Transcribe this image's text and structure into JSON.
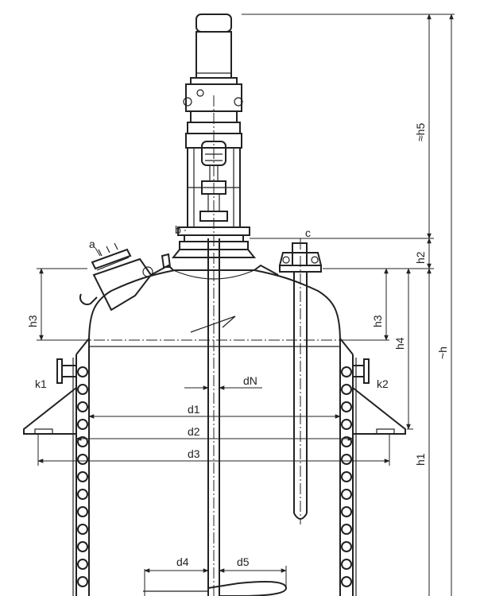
{
  "labels": {
    "a": "a",
    "b": "b",
    "c": "c",
    "k1": "k1",
    "k2": "k2",
    "dN": "dN",
    "d1": "d1",
    "d2": "d2",
    "d3": "d3",
    "d4": "d4",
    "d5": "d5",
    "h1": "h1",
    "h2": "h2",
    "h3_left": "h3",
    "h3_right": "h3",
    "h4": "h4",
    "h5": "≈h5",
    "h": "~h"
  }
}
